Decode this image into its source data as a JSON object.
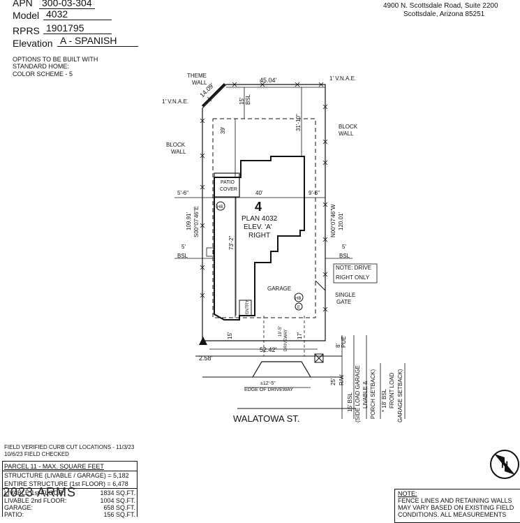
{
  "header": {
    "apn_label": "APN",
    "apn_value": "300-03-304",
    "model_label": "Model",
    "model_value": "4032",
    "rprs_label": "RPRS",
    "rprs_value": "1901795",
    "elevation_label": "Elevation",
    "elevation_value": "A - SPANISH",
    "notes": [
      "OPTIONS TO BE BUILT WITH",
      "STANDARD HOME:",
      "COLOR SCHEME - 5"
    ]
  },
  "address": {
    "line1": "4900 N. Scottsdale Road, Suite 2200",
    "line2": "Scottsdale, Arizona 85251"
  },
  "site": {
    "lot_number": "4",
    "plan": "PLAN 4032",
    "elevation": "ELEV. 'A'",
    "orientation": "RIGHT",
    "street": "WALATOWA ST.",
    "theme_wall": [
      "THEME",
      "WALL"
    ],
    "vnae_top_left": "1' V.N.A.E.",
    "vnae_top_right": "1' V.N.A.E.",
    "block_wall_left": [
      "BLOCK",
      "WALL"
    ],
    "block_wall_right": [
      "BLOCK",
      "WALL"
    ],
    "patio_cover": [
      "PATIO",
      "COVER"
    ],
    "garage": "GARAGE",
    "entry": "ENTRY",
    "driveway": "DRIVEWAY",
    "single_gate": [
      "SINGLE",
      "GATE"
    ],
    "note_drive": [
      "NOTE: DRIVE",
      "RIGHT ONLY"
    ],
    "edge_of_driveway": "EDGE OF DRIVEWAY",
    "hb": "HB",
    "e": "E",
    "pue": "PUE",
    "rw": "R/W",
    "side_setback": [
      "15' BSL",
      "(SIDE LOAD GARAGE",
      "LIVABLE &",
      "PORCH SETBACK)"
    ],
    "front_setback": [
      "* 18' BSL",
      "FRONT LOAD",
      "GARAGE SETBACK)"
    ],
    "dims": {
      "top": "45.04'",
      "diag": "14.09'",
      "rear_bsl": "15'",
      "bsl": "BSL",
      "rear_39": "39'",
      "rear_31": "31'-10\"",
      "left_side": "5'-6\"",
      "width_40": "40'",
      "right_side": "9'-6\"",
      "left_line": "109.91'",
      "left_bearing": "S00°07'46\"E",
      "right_line": "120.01'",
      "right_bearing": "N00°07'46\"W",
      "depth": "73'-2\"",
      "left_5": "5'",
      "right_5": "5'",
      "front_15": "15'",
      "front_17": "17'",
      "drive_19": "19'-5\"",
      "width_52": "52.42'",
      "front_258": "2.58'",
      "pue_8": "8'",
      "rw_25": "25'",
      "drive_width": "±12'-5\""
    }
  },
  "field_notes": {
    "line1": "FIELD VERIFIED CURB CUT LOCATIONS - 11/3/23",
    "line2": "10/6/23 FIELD CHECKED"
  },
  "parcel_table": {
    "title": "PARCEL 11 - MAX. SQUARE FEET",
    "rows": [
      {
        "label": "STRUCTURE (LIVABLE / GARAGE)",
        "value": "= 5,182"
      },
      {
        "label": "ENTIRE STRUCTURE (1st FLOOR)",
        "value": "= 6,478"
      }
    ],
    "areas": [
      {
        "label": "LIVABLE 1st FLOOR:",
        "value": "1834 SQ.FT."
      },
      {
        "label": "LIVABLE 2nd FLOOR:",
        "value": "1004 SQ.FT."
      },
      {
        "label": "GARAGE:",
        "value": "658 SQ.FT."
      },
      {
        "label": "PATIO:",
        "value": "156 SQ.FT."
      }
    ]
  },
  "watermark": "2023 ARMS",
  "bottom_note": {
    "title": "NOTE:",
    "line1": "FENCE LINES AND RETAINING WALLS",
    "line2": "MAY VARY BASED ON EXISTING FIELD",
    "line3": "CONDITIONS. ALL MEASUREMENTS"
  },
  "north_arrow": "N"
}
